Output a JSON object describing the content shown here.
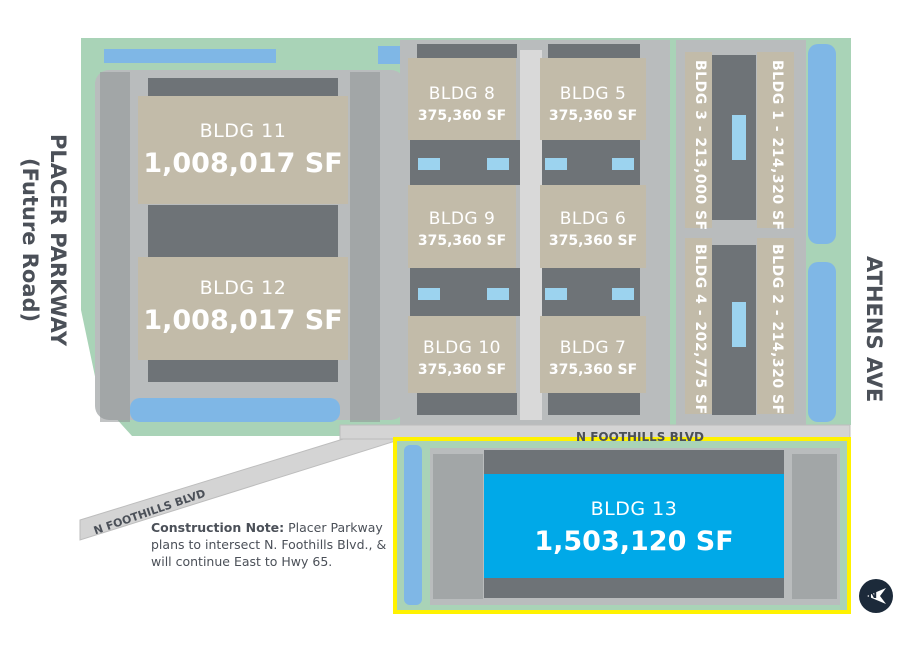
{
  "roads": {
    "west_line1": "PLACER PARKWAY",
    "west_line2": "(Future Road)",
    "east": "ATHENS AVE",
    "foothills_main": "N FOOTHILLS BLVD",
    "foothills_diag": "N FOOTHILLS BLVD"
  },
  "buildings": {
    "b11": {
      "name": "BLDG 11",
      "sf": "1,008,017 SF"
    },
    "b12": {
      "name": "BLDG 12",
      "sf": "1,008,017 SF"
    },
    "b8": {
      "name": "BLDG 8",
      "sf": "375,360 SF"
    },
    "b5": {
      "name": "BLDG 5",
      "sf": "375,360 SF"
    },
    "b9": {
      "name": "BLDG 9",
      "sf": "375,360 SF"
    },
    "b6": {
      "name": "BLDG 6",
      "sf": "375,360 SF"
    },
    "b10": {
      "name": "BLDG 10",
      "sf": "375,360 SF"
    },
    "b7": {
      "name": "BLDG 7",
      "sf": "375,360 SF"
    },
    "b3": {
      "label": "BLDG 3 - 213,000 SF"
    },
    "b1": {
      "label": "BLDG 1 - 214,320 SF"
    },
    "b4": {
      "label": "BLDG 4 - 202,775 SF"
    },
    "b2": {
      "label": "BLDG 2 - 214,320 SF"
    },
    "b13": {
      "name": "BLDG 13",
      "sf": "1,503,120 SF"
    }
  },
  "note": {
    "heading": "Construction Note:",
    "body": " Placer Parkway plans to intersect N. Foothills Blvd., & will continue East to Hwy 65."
  },
  "compass": {
    "letter": "N"
  },
  "colors": {
    "landscape": "#a9d3b7",
    "building": "#c2bba9",
    "highlight": "#00a9e8",
    "outline": "#fff200",
    "water": "#7fb7e6",
    "road": "#d2d2d2"
  }
}
